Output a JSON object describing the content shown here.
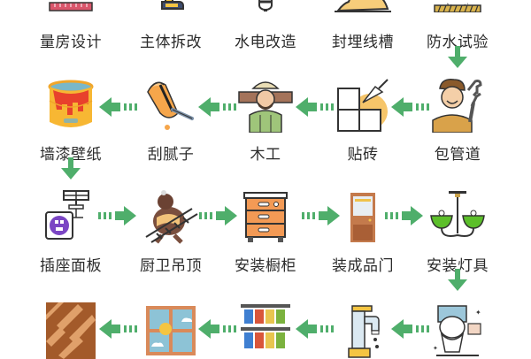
{
  "diagram": {
    "type": "process-flow",
    "layout": "serpentine-5-per-row",
    "arrow_color": "#4fae6b",
    "steps": [
      {
        "id": 1,
        "label": "量房设计",
        "icon": "blueprint-ruler-icon"
      },
      {
        "id": 2,
        "label": "主体拆改",
        "icon": "demolition-tool-icon"
      },
      {
        "id": 3,
        "label": "水电改造",
        "icon": "light-bulb-icon"
      },
      {
        "id": 4,
        "label": "封埋线槽",
        "icon": "sand-pile-icon"
      },
      {
        "id": 5,
        "label": "防水试验",
        "icon": "waterproof-layer-icon"
      },
      {
        "id": 6,
        "label": "包管道",
        "icon": "plumber-worker-icon"
      },
      {
        "id": 7,
        "label": "贴砖",
        "icon": "tiles-trowel-icon"
      },
      {
        "id": 8,
        "label": "木工",
        "icon": "carpenter-worker-icon"
      },
      {
        "id": 9,
        "label": "刮腻子",
        "icon": "paint-roller-icon"
      },
      {
        "id": 10,
        "label": "墙漆壁纸",
        "icon": "paint-bucket-icon"
      },
      {
        "id": 11,
        "label": "插座面板",
        "icon": "power-socket-icon"
      },
      {
        "id": 12,
        "label": "厨卫吊顶",
        "icon": "worker-ladder-icon"
      },
      {
        "id": 13,
        "label": "安装橱柜",
        "icon": "cabinet-drawers-icon"
      },
      {
        "id": 14,
        "label": "装成品门",
        "icon": "door-icon"
      },
      {
        "id": 15,
        "label": "安装灯具",
        "icon": "chandelier-icon"
      },
      {
        "id": 16,
        "label": "",
        "icon": "toilet-icon"
      },
      {
        "id": 17,
        "label": "",
        "icon": "faucet-icon"
      },
      {
        "id": 18,
        "label": "",
        "icon": "wardrobe-clothes-icon"
      },
      {
        "id": 19,
        "label": "",
        "icon": "window-icon"
      },
      {
        "id": 20,
        "label": "",
        "icon": "parquet-floor-icon"
      }
    ]
  }
}
